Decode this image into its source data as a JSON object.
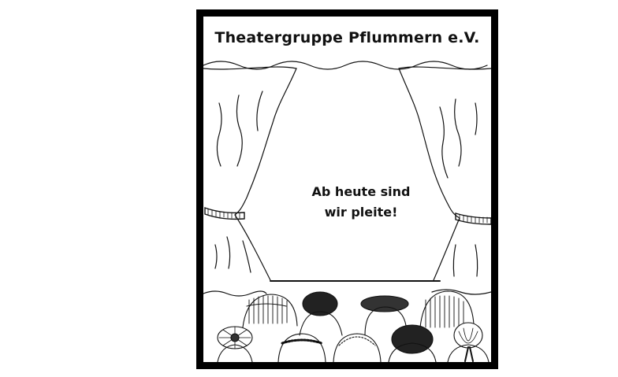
{
  "cartoon": {
    "title": "Theatergruppe Pflummern e.V.",
    "speech_line1": "Ab heute sind",
    "speech_line2": "wir pleite!",
    "colors": {
      "ink": "#000000",
      "paper": "#ffffff"
    }
  }
}
